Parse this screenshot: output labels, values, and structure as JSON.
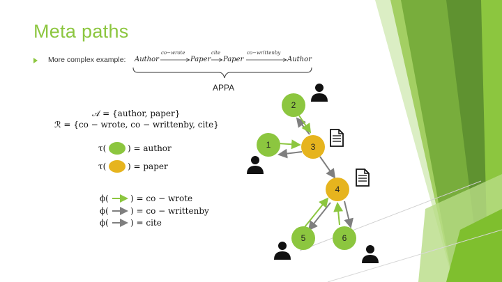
{
  "slide": {
    "title": "Meta paths",
    "bullet": {
      "prefix": "More complex example:",
      "path": {
        "nodes": [
          "Author",
          "Paper",
          "Paper",
          "Author"
        ],
        "relations": [
          "co−wrote",
          "cite",
          "co−writtenby"
        ]
      },
      "brace_label": "APPA"
    },
    "definitions": {
      "A_line": "𝒜 = {author, paper}",
      "R_line": "ℛ = {co − wrote, co − writtenby, cite}",
      "tau_author_prefix": "τ(",
      "tau_author_suffix": ") = author",
      "tau_paper_prefix": "τ(",
      "tau_paper_suffix": ") = paper",
      "phi_wrote_prefix": "ϕ(",
      "phi_wrote_suffix": ") = co − wrote",
      "phi_writtenby_prefix": "ϕ(",
      "phi_writtenby_suffix": ") = co − writtenby",
      "phi_cite_prefix": "ϕ(",
      "phi_cite_suffix": ") = cite"
    },
    "graph": {
      "nodes": [
        {
          "label": "1",
          "type": "author"
        },
        {
          "label": "2",
          "type": "author"
        },
        {
          "label": "3",
          "type": "paper"
        },
        {
          "label": "4",
          "type": "paper"
        },
        {
          "label": "5",
          "type": "author"
        },
        {
          "label": "6",
          "type": "author"
        }
      ]
    },
    "colors": {
      "title": "#8cc63f",
      "author_node": "#8cc63f",
      "paper_node": "#e6b41e",
      "co_wrote_edge": "#8cc63f",
      "other_edge": "#7f7f7f"
    },
    "icons": [
      "person-icon",
      "document-icon"
    ]
  }
}
